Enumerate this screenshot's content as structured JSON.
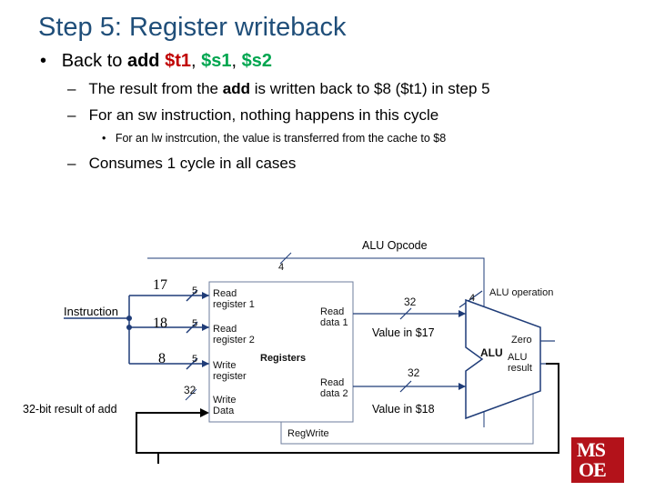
{
  "title": "Step 5: Register writeback",
  "bullets": {
    "b1": {
      "dot": "•",
      "text": "Back to ",
      "op": "add",
      "r1": "$t1",
      "comma1": ", ",
      "r2": "$s1",
      "comma2": ", ",
      "r3": "$s2"
    },
    "b2": {
      "dash": "–",
      "pre": "The result from the ",
      "op": "add",
      "post": " is written back to $8 ($t1) in step 5"
    },
    "b3": {
      "dash": "–",
      "text": "For an sw instruction, nothing happens in this cycle"
    },
    "b4": {
      "dot": "•",
      "text": "For an lw instrcution, the value is transferred from the cache to $8"
    },
    "b5": {
      "dash": "–",
      "text": "Consumes 1 cycle in all cases"
    }
  },
  "diagram": {
    "alu_opcode": "ALU Opcode",
    "opcode_bits": "4",
    "instruction": "Instruction",
    "reg_num_1": "17",
    "reg_num_2": "18",
    "reg_num_3": "8",
    "bits_5a": "5",
    "bits_5b": "5",
    "bits_5c": "5",
    "result_label": "32-bit result of add",
    "bits_32_write": "32",
    "read_reg1_l1": "Read",
    "read_reg1_l2": "register 1",
    "read_reg2_l1": "Read",
    "read_reg2_l2": "register 2",
    "write_reg_l1": "Write",
    "write_reg_l2": "register",
    "write_data_l1": "Write",
    "write_data_l2": "Data",
    "registers": "Registers",
    "read_data1_l1": "Read",
    "read_data1_l2": "data 1",
    "read_data2_l1": "Read",
    "read_data2_l2": "data 2",
    "bits_32a": "32",
    "bits_32b": "32",
    "value_17": "Value in $17",
    "value_18": "Value in $18",
    "alu_op_bits": "4",
    "alu_operation": "ALU operation",
    "alu": "ALU",
    "zero": "Zero",
    "alu_result_l1": "ALU",
    "alu_result_l2": "result",
    "regwrite": "RegWrite"
  },
  "logo": {
    "row1": "MS",
    "row2": "OE"
  },
  "colors": {
    "title": "#1f4e79",
    "red": "#c00000",
    "green": "#00a650",
    "datapath_blue": "#1f3c78",
    "datapath_line": "#6e7d9c",
    "logo_bg": "#b3121a"
  }
}
